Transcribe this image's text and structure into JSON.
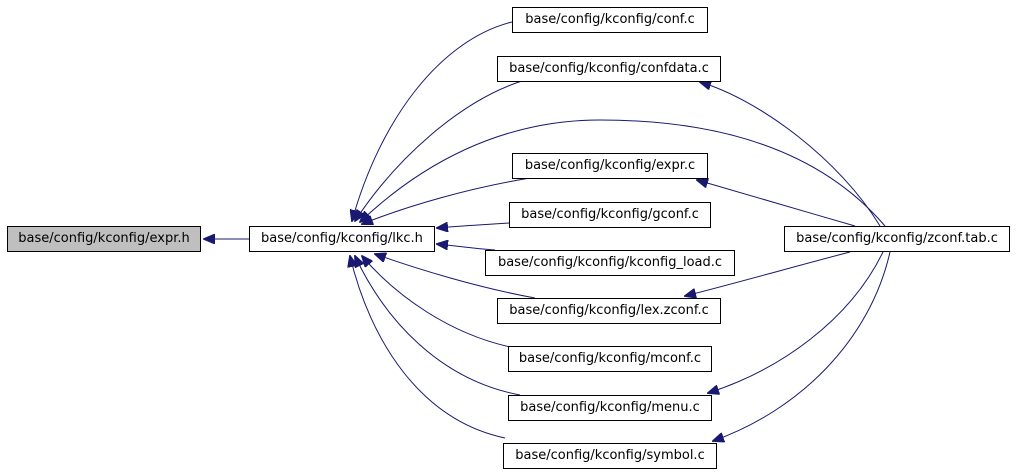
{
  "diagram": {
    "colors": {
      "edge": "#191970",
      "node_border": "#000000",
      "root_fill": "#bfbfbf",
      "node_fill": "#ffffff"
    },
    "nodes": {
      "expr_h": "base/config/kconfig/expr.h",
      "lkc_h": "base/config/kconfig/lkc.h",
      "conf_c": "base/config/kconfig/conf.c",
      "confdata_c": "base/config/kconfig/confdata.c",
      "expr_c": "base/config/kconfig/expr.c",
      "gconf_c": "base/config/kconfig/gconf.c",
      "kconfig_load_c": "base/config/kconfig/kconfig_load.c",
      "lex_zconf_c": "base/config/kconfig/lex.zconf.c",
      "mconf_c": "base/config/kconfig/mconf.c",
      "menu_c": "base/config/kconfig/menu.c",
      "symbol_c": "base/config/kconfig/symbol.c",
      "zconf_tab_c": "base/config/kconfig/zconf.tab.c"
    },
    "edges": [
      {
        "from": "lkc_h",
        "to": "expr_h"
      },
      {
        "from": "conf_c",
        "to": "lkc_h"
      },
      {
        "from": "confdata_c",
        "to": "lkc_h"
      },
      {
        "from": "zconf_tab_c",
        "to": "lkc_h"
      },
      {
        "from": "expr_c",
        "to": "lkc_h"
      },
      {
        "from": "gconf_c",
        "to": "lkc_h"
      },
      {
        "from": "kconfig_load_c",
        "to": "lkc_h"
      },
      {
        "from": "lex_zconf_c",
        "to": "lkc_h"
      },
      {
        "from": "mconf_c",
        "to": "lkc_h"
      },
      {
        "from": "menu_c",
        "to": "lkc_h"
      },
      {
        "from": "symbol_c",
        "to": "lkc_h"
      },
      {
        "from": "zconf_tab_c",
        "to": "confdata_c"
      },
      {
        "from": "zconf_tab_c",
        "to": "expr_c"
      },
      {
        "from": "zconf_tab_c",
        "to": "lex_zconf_c"
      },
      {
        "from": "zconf_tab_c",
        "to": "menu_c"
      },
      {
        "from": "zconf_tab_c",
        "to": "symbol_c"
      }
    ]
  }
}
